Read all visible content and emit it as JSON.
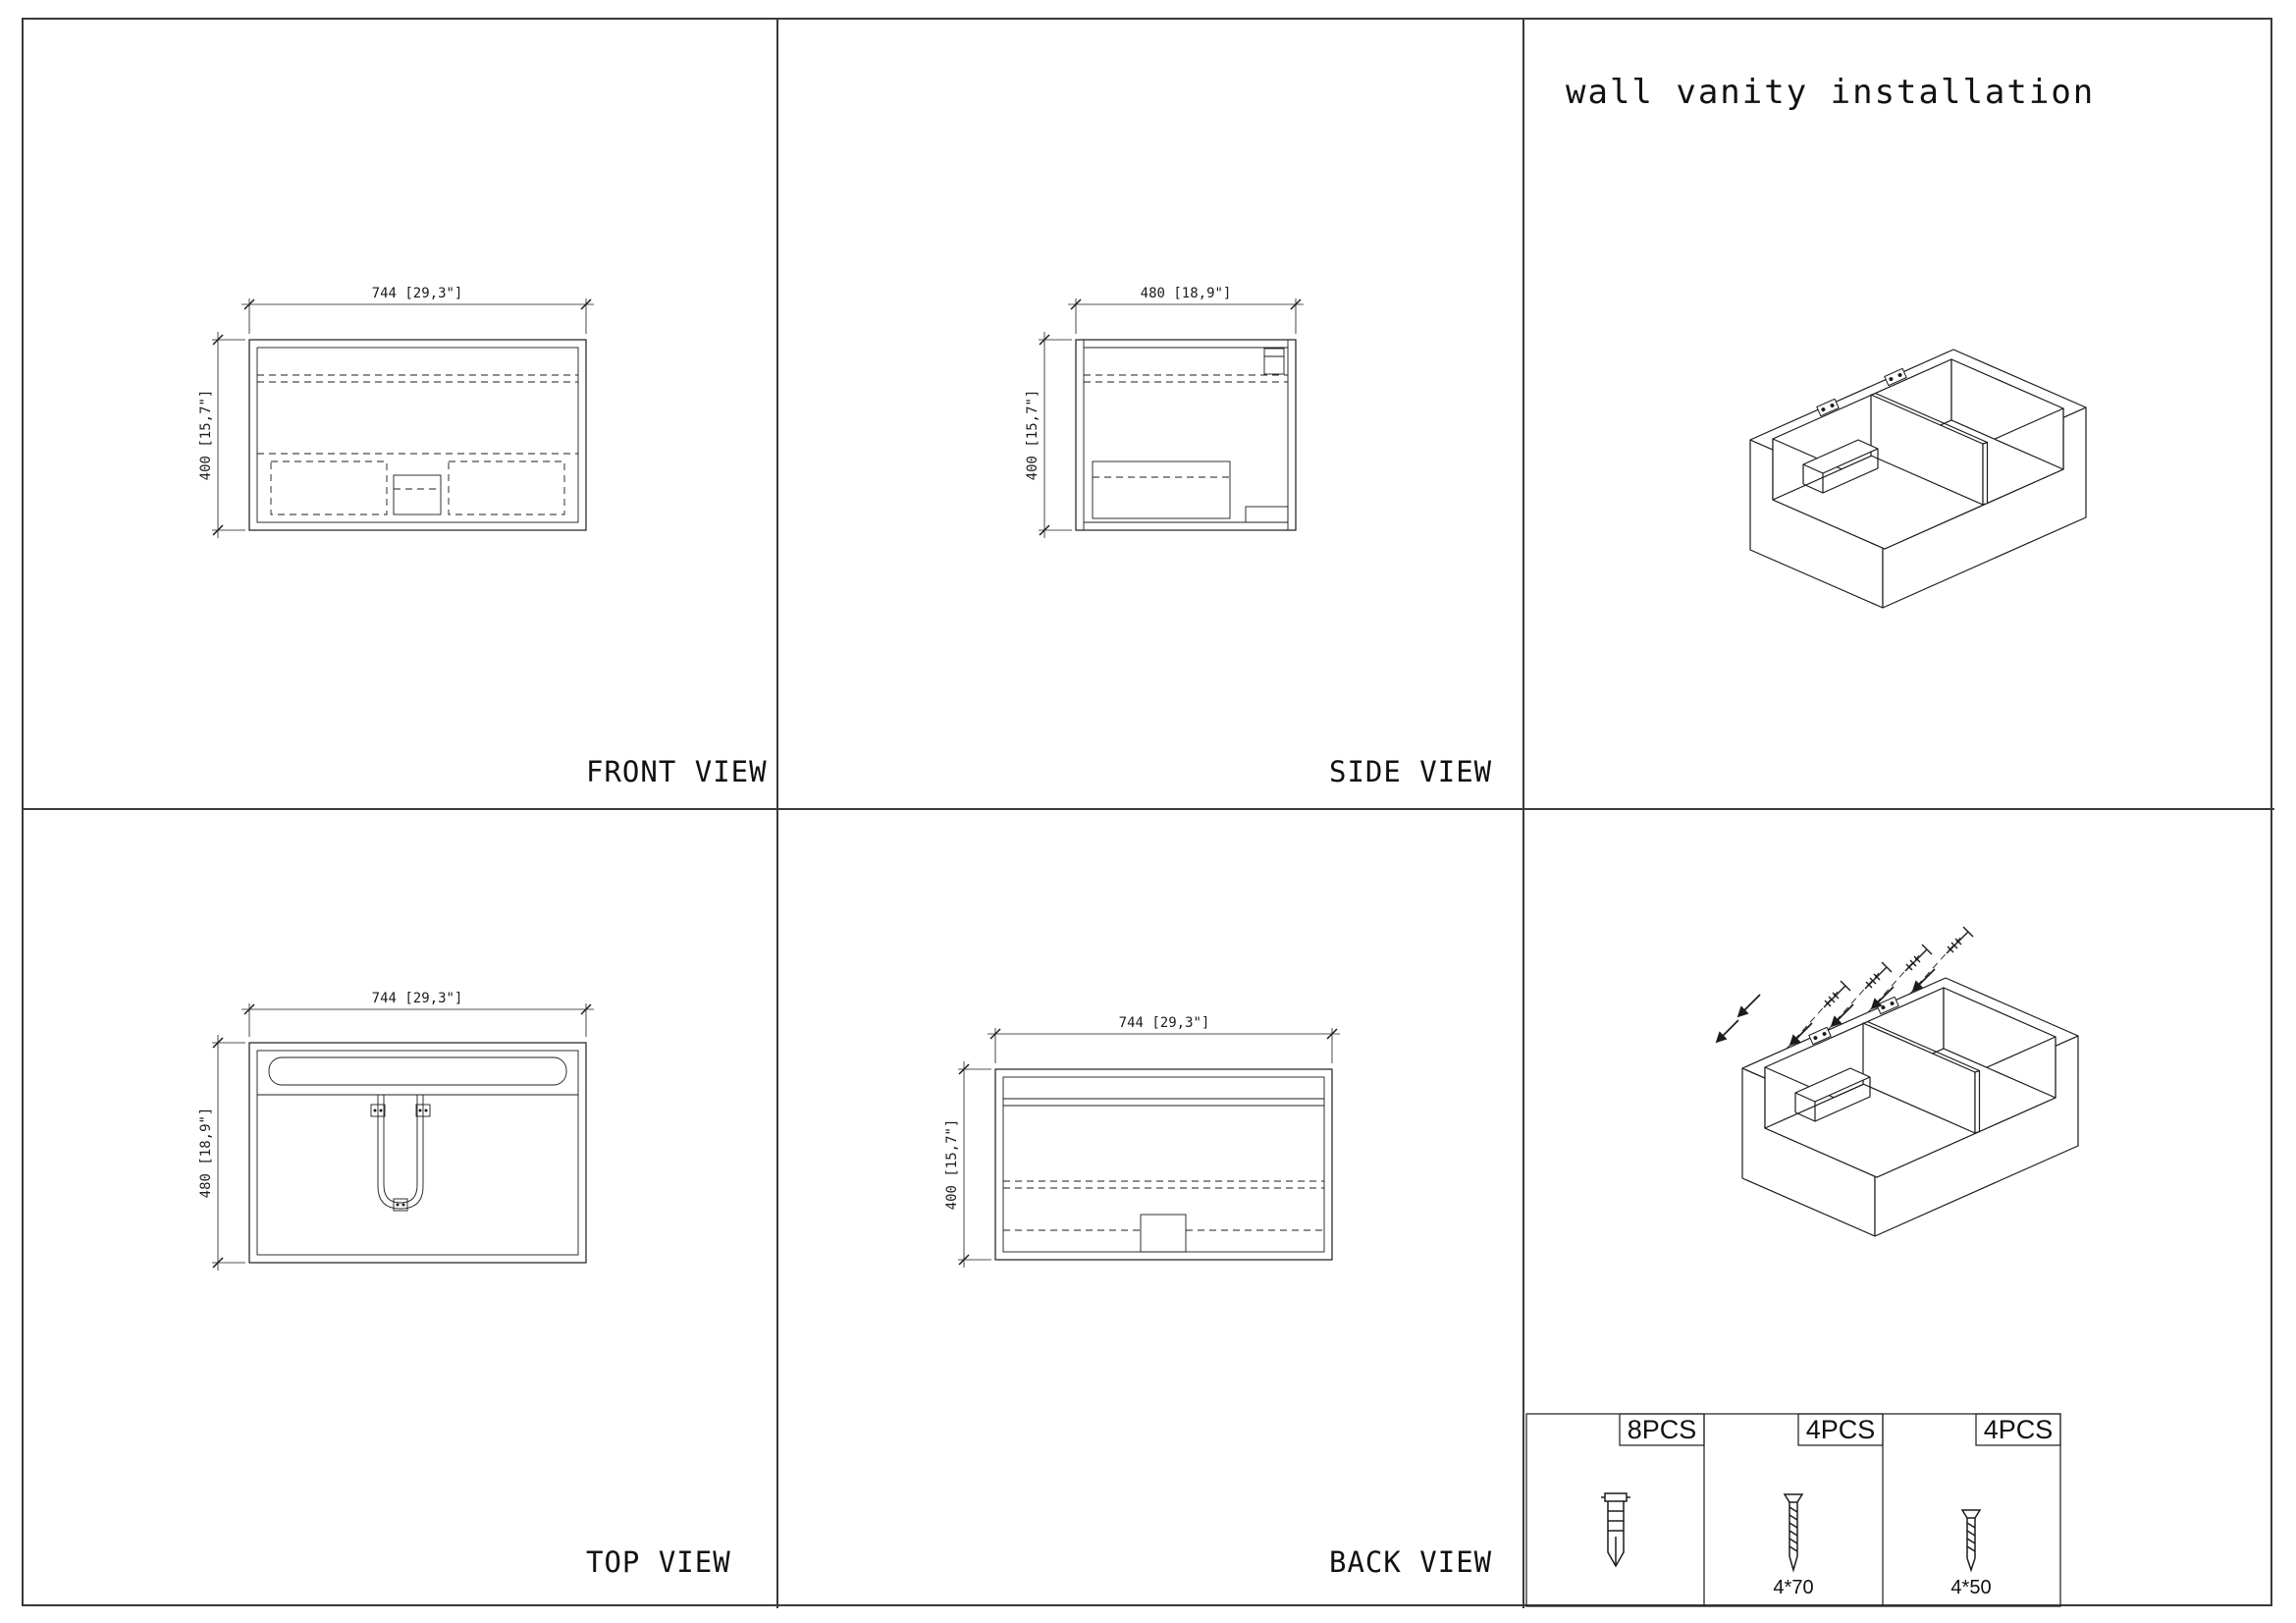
{
  "title": "wall vanity installation",
  "views": {
    "front": {
      "label": "FRONT VIEW",
      "dim_width": "744 [29,3\"]",
      "dim_height": "400 [15,7\"]"
    },
    "side": {
      "label": "SIDE VIEW",
      "dim_width": "480 [18,9\"]",
      "dim_height": "400 [15,7\"]"
    },
    "top": {
      "label": "TOP VIEW",
      "dim_width": "744 [29,3\"]",
      "dim_height": "480 [18,9\"]"
    },
    "back": {
      "label": "BACK VIEW",
      "dim_width": "744 [29,3\"]",
      "dim_height": "400 [15,7\"]"
    }
  },
  "parts": [
    {
      "qty": "8PCS",
      "item": "wall-anchor",
      "size": ""
    },
    {
      "qty": "4PCS",
      "item": "screw",
      "size": "4*70"
    },
    {
      "qty": "4PCS",
      "item": "screw",
      "size": "4*50"
    }
  ],
  "colors": {
    "line": "#1c1c1c",
    "grid": "#3a3a3a",
    "background": "#ffffff"
  }
}
